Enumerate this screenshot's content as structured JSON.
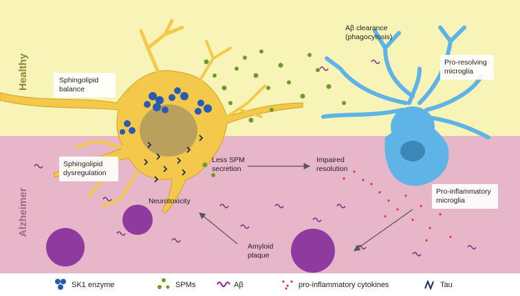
{
  "regions": {
    "healthy": "Healthy",
    "alzheimer": "Alzheimer"
  },
  "labels": {
    "sphingolipid_balance": [
      "Sphingolipid",
      "balance"
    ],
    "sphingolipid_dysregulation": [
      "Sphingolipid",
      "dysregulation"
    ],
    "ab_clearance": [
      "Aβ  clearance",
      "(phagocytosis)"
    ],
    "pro_resolving": [
      "Pro-resolving",
      "microglia"
    ],
    "less_spm": [
      "Less SPM",
      "secretion"
    ],
    "impaired_resolution": [
      "Impaired",
      "resolution"
    ],
    "pro_inflammatory": [
      "Pro-inflammatory",
      "microglia"
    ],
    "neurotoxicity": "Neurotoxicity",
    "amyloid_plaque": [
      "Amyloid",
      "plaque"
    ]
  },
  "legend": [
    {
      "icon": "sk1-enzyme-icon",
      "label": "SK1 enzyme"
    },
    {
      "icon": "spm-icon",
      "label": "SPMs"
    },
    {
      "icon": "amyloid-beta-icon",
      "label": "Aβ"
    },
    {
      "icon": "cytokine-icon",
      "label": "pro-inflammatory cytokines"
    },
    {
      "icon": "tau-icon",
      "label": "Tau"
    }
  ],
  "colors": {
    "healthy_bg": "#f8f3b6",
    "alzheimer_bg": "#e7b6c9",
    "neuron": "#f4c84a",
    "nucleus": "#b9a05c",
    "microglia": "#5eb4e6",
    "sk1": "#2a5bb0",
    "spm": "#6f9a2a",
    "abeta": "#7d2a8a",
    "cytokine": "#e0305a"
  }
}
